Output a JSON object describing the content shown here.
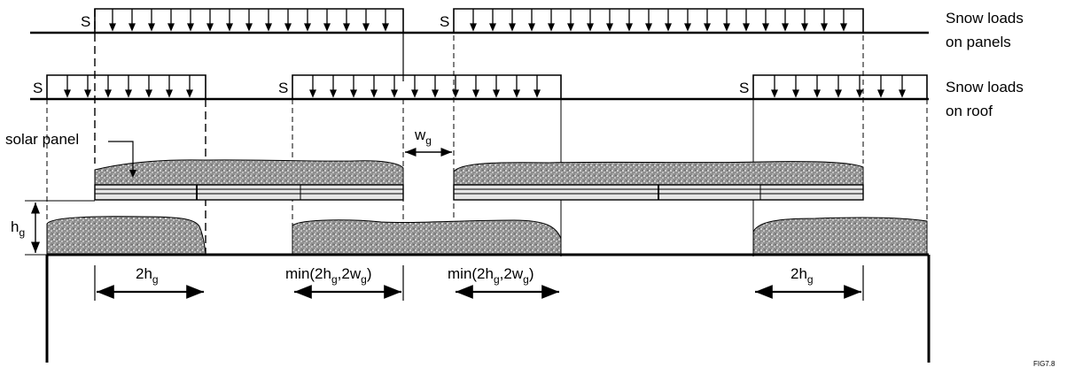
{
  "labels": {
    "s": "S",
    "snow_panels_line1": "Snow loads",
    "snow_panels_line2": "on panels",
    "snow_roof_line1": "Snow loads",
    "snow_roof_line2": "on roof",
    "solar_panel": "solar panel",
    "w": "w",
    "g": "g",
    "h": "h",
    "two_h": "2h",
    "min_open": "min(2h",
    "min_mid": ",2w",
    "min_close": ")",
    "figure_code": "FIG7.8"
  },
  "colors": {
    "ink": "#000000",
    "snow_fill": "#9a9a9a",
    "panel_fill": "#e6e6e6"
  }
}
